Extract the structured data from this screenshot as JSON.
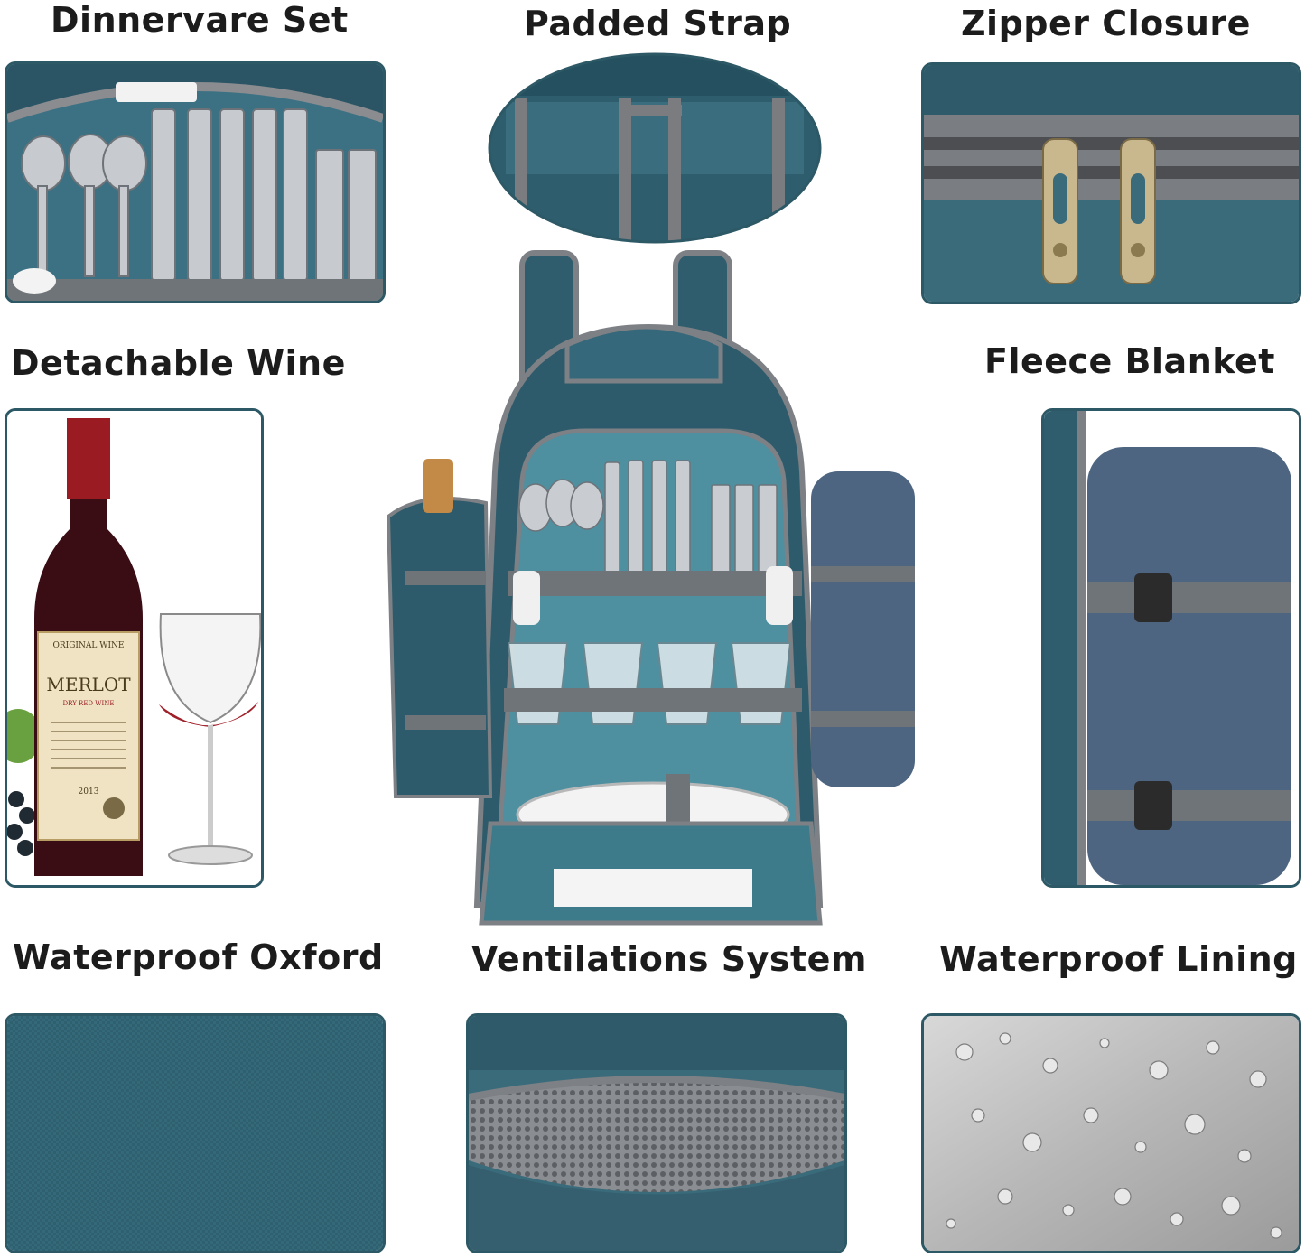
{
  "labels": {
    "dinnerware": "Dinnervare Set",
    "padded_strap": "Padded Strap",
    "zipper": "Zipper Closure",
    "wine": "Detachable Wine",
    "fleece": "Fleece Blanket",
    "oxford": "Waterproof Oxford",
    "ventilation": "Ventilations System",
    "lining": "Waterproof Lining"
  },
  "wine_bottle": {
    "header": "ORIGINAL WINE",
    "name": "MERLOT",
    "sub": "DRY RED WINE",
    "year": "2013"
  },
  "colors": {
    "teal": "#2e5b6b",
    "teal_light": "#3d7a8a",
    "lining": "#4e8fa0",
    "gray_trim": "#7d8084",
    "fleece": "#4d6580",
    "panel_border": "#2d5966"
  }
}
